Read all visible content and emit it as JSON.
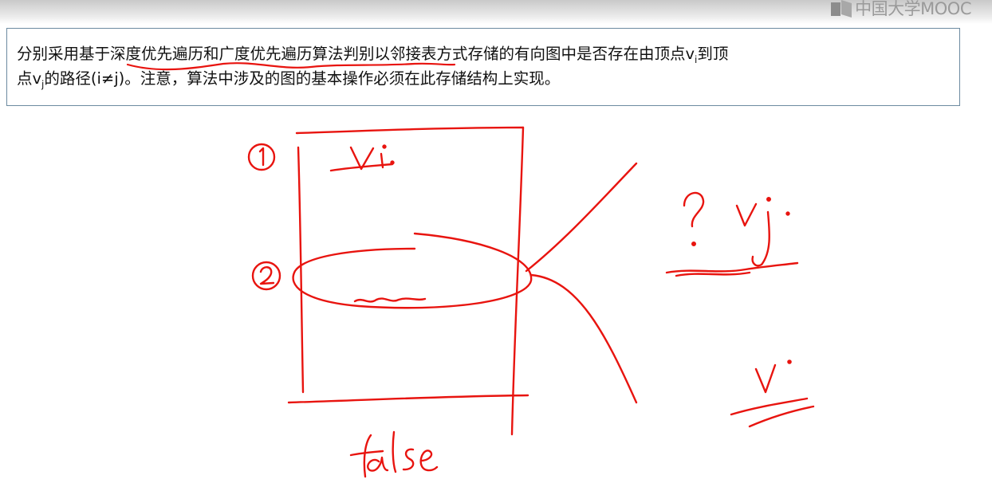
{
  "header": {
    "logo_text": "中国大学MOOC"
  },
  "question": {
    "line1_pre": "分别采用基于深度优先遍历和广度优先遍历算法判别以邻接表方式存储的有向图中是否存在由顶点v",
    "line1_sub": "i",
    "line1_post": "到顶",
    "line2_pre": "点v",
    "line2_sub": "j",
    "line2_post": "的路径(i≠j)。注意，算法中涉及的图的基本操作必须在此存储结构上实现。"
  },
  "annotations": {
    "step1": "①",
    "step2": "②",
    "label_vi": "vi·",
    "label_question_vj": "? vj·",
    "label_vi_right": "v·",
    "label_false": "false",
    "ink_color": "#e8140f"
  }
}
